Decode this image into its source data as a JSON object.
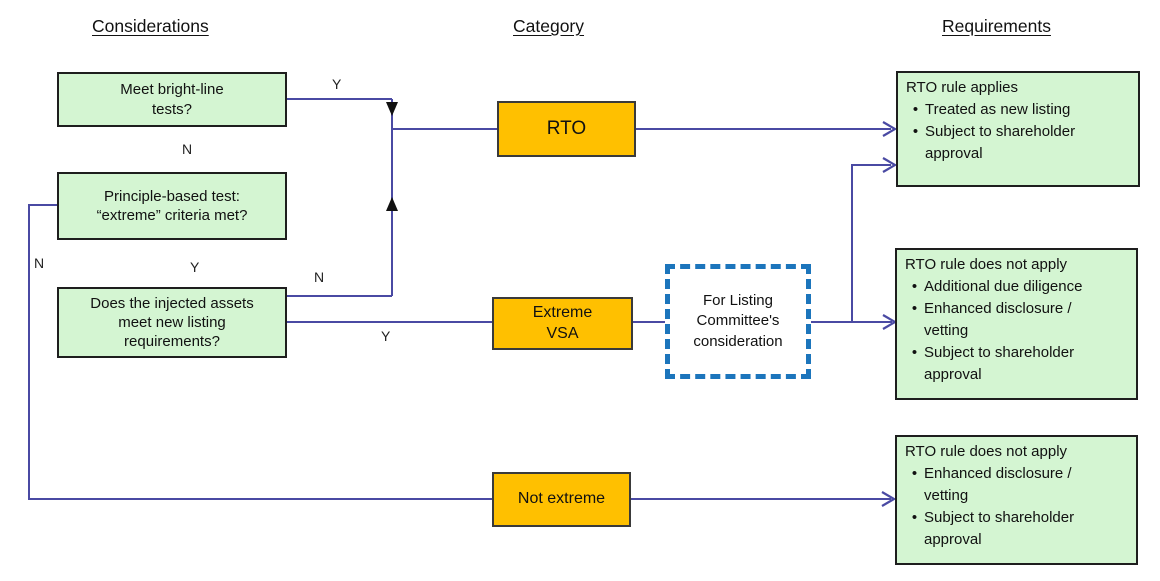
{
  "headers": {
    "considerations": "Considerations",
    "category": "Category",
    "requirements": "Requirements"
  },
  "considerations": {
    "bright_line": "Meet bright-line\ntests?",
    "principle": "Principle-based test:\n“extreme” criteria met?",
    "injected_assets": "Does the injected assets\nmeet new listing\nrequirements?"
  },
  "categories": {
    "rto": "RTO",
    "extreme_vsa": "Extreme\nVSA",
    "not_extreme": "Not extreme"
  },
  "committee_note": "For Listing\nCommittee's\nconsideration",
  "requirements": {
    "rto": {
      "title": "RTO rule applies",
      "bullets": [
        "Treated as new listing",
        "Subject to shareholder approval"
      ]
    },
    "extreme": {
      "title": "RTO rule does not apply",
      "bullets": [
        "Additional due diligence",
        "Enhanced disclosure / vetting",
        "Subject to shareholder approval"
      ]
    },
    "not_extreme": {
      "title": "RTO rule does not apply",
      "bullets": [
        "Enhanced disclosure / vetting",
        "Subject to shareholder approval"
      ]
    }
  },
  "branch_labels": {
    "bright_line_yes": "Y",
    "bright_line_no": "N",
    "principle_no": "N",
    "principle_yes": "Y",
    "injected_no": "N",
    "injected_yes": "Y"
  },
  "glyphs": {
    "bullet": "•"
  },
  "colors": {
    "box_green": "#d4f5d2",
    "box_orange": "#ffc000",
    "connector_blue": "#4a4aa3",
    "dashed_border_blue": "#1c75bc",
    "text": "#111111"
  }
}
